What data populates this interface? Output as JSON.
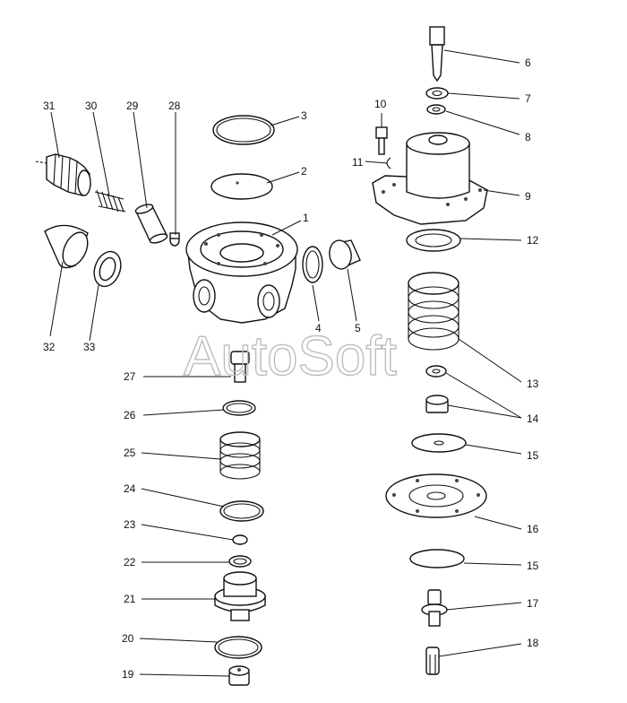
{
  "watermark": "AutoSoft",
  "labels": {
    "l1": "1",
    "l2": "2",
    "l3": "3",
    "l4": "4",
    "l5": "5",
    "l6": "6",
    "l7": "7",
    "l8": "8",
    "l9": "9",
    "l10": "10",
    "l11": "11",
    "l12": "12",
    "l13": "13",
    "l14": "14",
    "l15a": "15",
    "l15b": "15",
    "l16": "16",
    "l17": "17",
    "l18": "18",
    "l19": "19",
    "l20": "20",
    "l21": "21",
    "l22": "22",
    "l23": "23",
    "l24": "24",
    "l25": "25",
    "l26": "26",
    "l27": "27",
    "l28": "28",
    "l29": "29",
    "l30": "30",
    "l31": "31",
    "l32": "32",
    "l33": "33"
  },
  "colors": {
    "ink": "#111111",
    "watermark": "#bdbdbd",
    "background": "#ffffff"
  }
}
